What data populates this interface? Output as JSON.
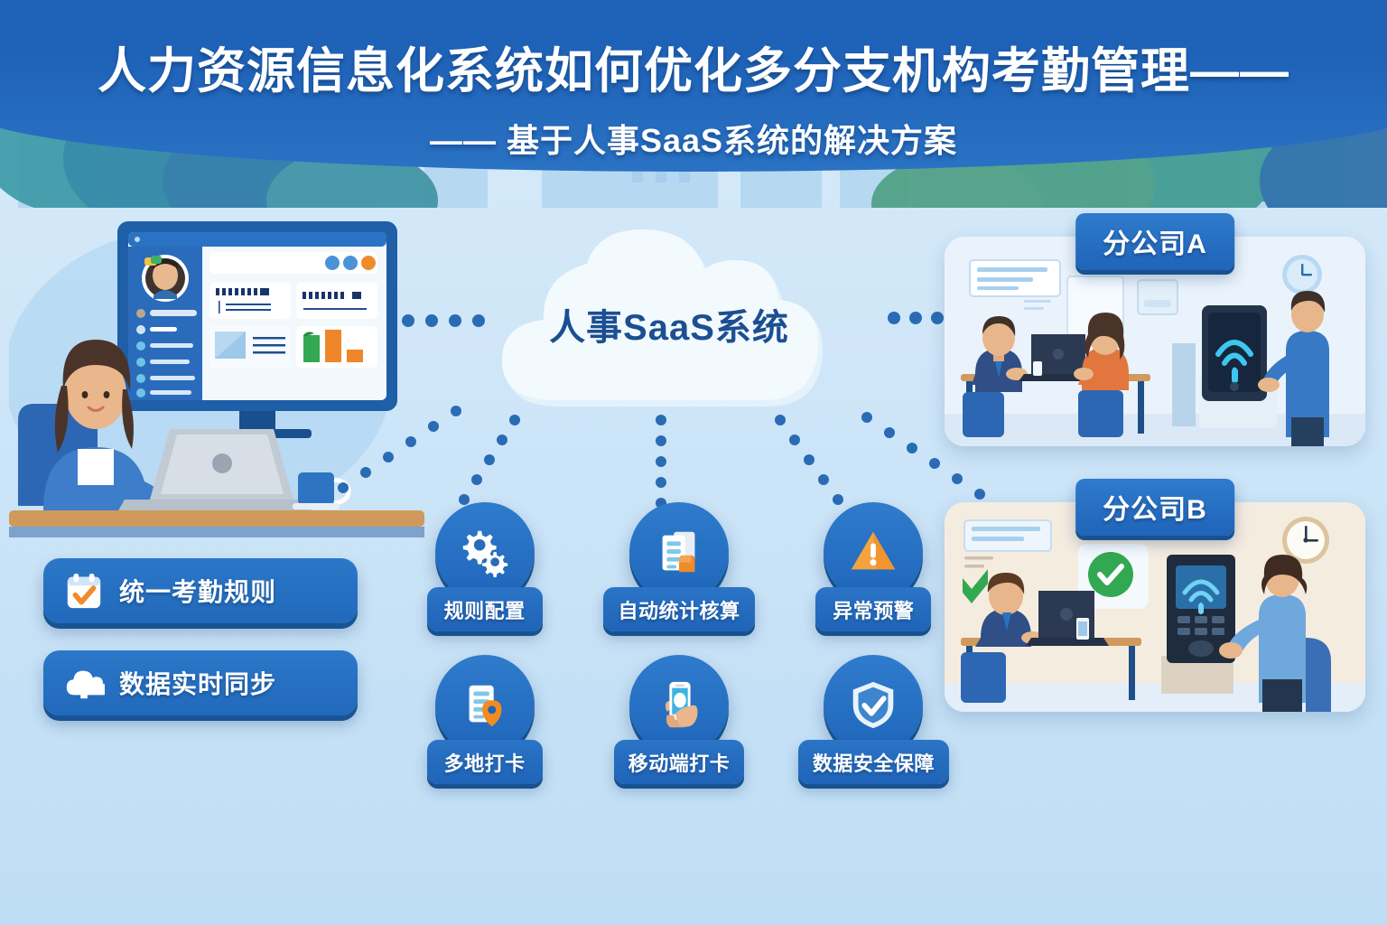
{
  "header": {
    "title": "人力资源信息化系统如何优化多分支机构考勤管理——",
    "subtitle": "—— 基于人事SaaS系统的解决方案",
    "band_color": "#1f63b8"
  },
  "cloud": {
    "label": "人事SaaS系统",
    "text_color": "#1c4f92",
    "fill_color": "#f2f9fe"
  },
  "left_pills": [
    {
      "icon": "calendar-check-icon",
      "label": "统一考勤规则"
    },
    {
      "icon": "cloud-upload-icon",
      "label": "数据实时同步"
    }
  ],
  "features": [
    {
      "icon": "gears-icon",
      "label": "规则配置",
      "accent": "#ffffff"
    },
    {
      "icon": "report-chart-icon",
      "label": "自动统计核算",
      "accent": "#f08a2a"
    },
    {
      "icon": "warning-triangle-icon",
      "label": "异常预警",
      "accent": "#f5a33f"
    },
    {
      "icon": "location-record-icon",
      "label": "多地打卡",
      "accent": "#f28b22"
    },
    {
      "icon": "mobile-hand-icon",
      "label": "移动端打卡",
      "accent": "#3fb3e0"
    },
    {
      "icon": "shield-check-icon",
      "label": "数据安全保障",
      "accent": "#ffffff"
    }
  ],
  "branches": [
    {
      "badge": "分公司A",
      "card_tone": "cool",
      "elements": [
        "employee-desk",
        "laptop",
        "biometric-kiosk",
        "wall-clock",
        "wall-board"
      ]
    },
    {
      "badge": "分公司B",
      "card_tone": "warm",
      "elements": [
        "employee-desk",
        "laptop",
        "check-badge",
        "attendance-terminal",
        "wall-clock",
        "wall-board"
      ]
    }
  ],
  "left_scene": {
    "monitor_title": "hr-dashboard",
    "elements": [
      "hr-officer",
      "desktop-monitor",
      "laptop",
      "coffee-mug",
      "desk"
    ],
    "dashboard": {
      "avatar": "employee-avatar",
      "chart_bars": [
        "green",
        "orange",
        "orange-small"
      ],
      "status_dots": [
        "#4a93d9",
        "#4a93d9",
        "#ef8b2c"
      ]
    }
  },
  "palette": {
    "deep_blue": "#1f63b8",
    "blue": "#2b74c6",
    "dark_blue": "#17528f",
    "sky": "#cfe6f8",
    "orange": "#f08a2a",
    "green": "#33a853",
    "white": "#ffffff"
  },
  "background": {
    "skyline": "city-skyline-silhouette",
    "trees": "rounded-tree-cluster"
  }
}
